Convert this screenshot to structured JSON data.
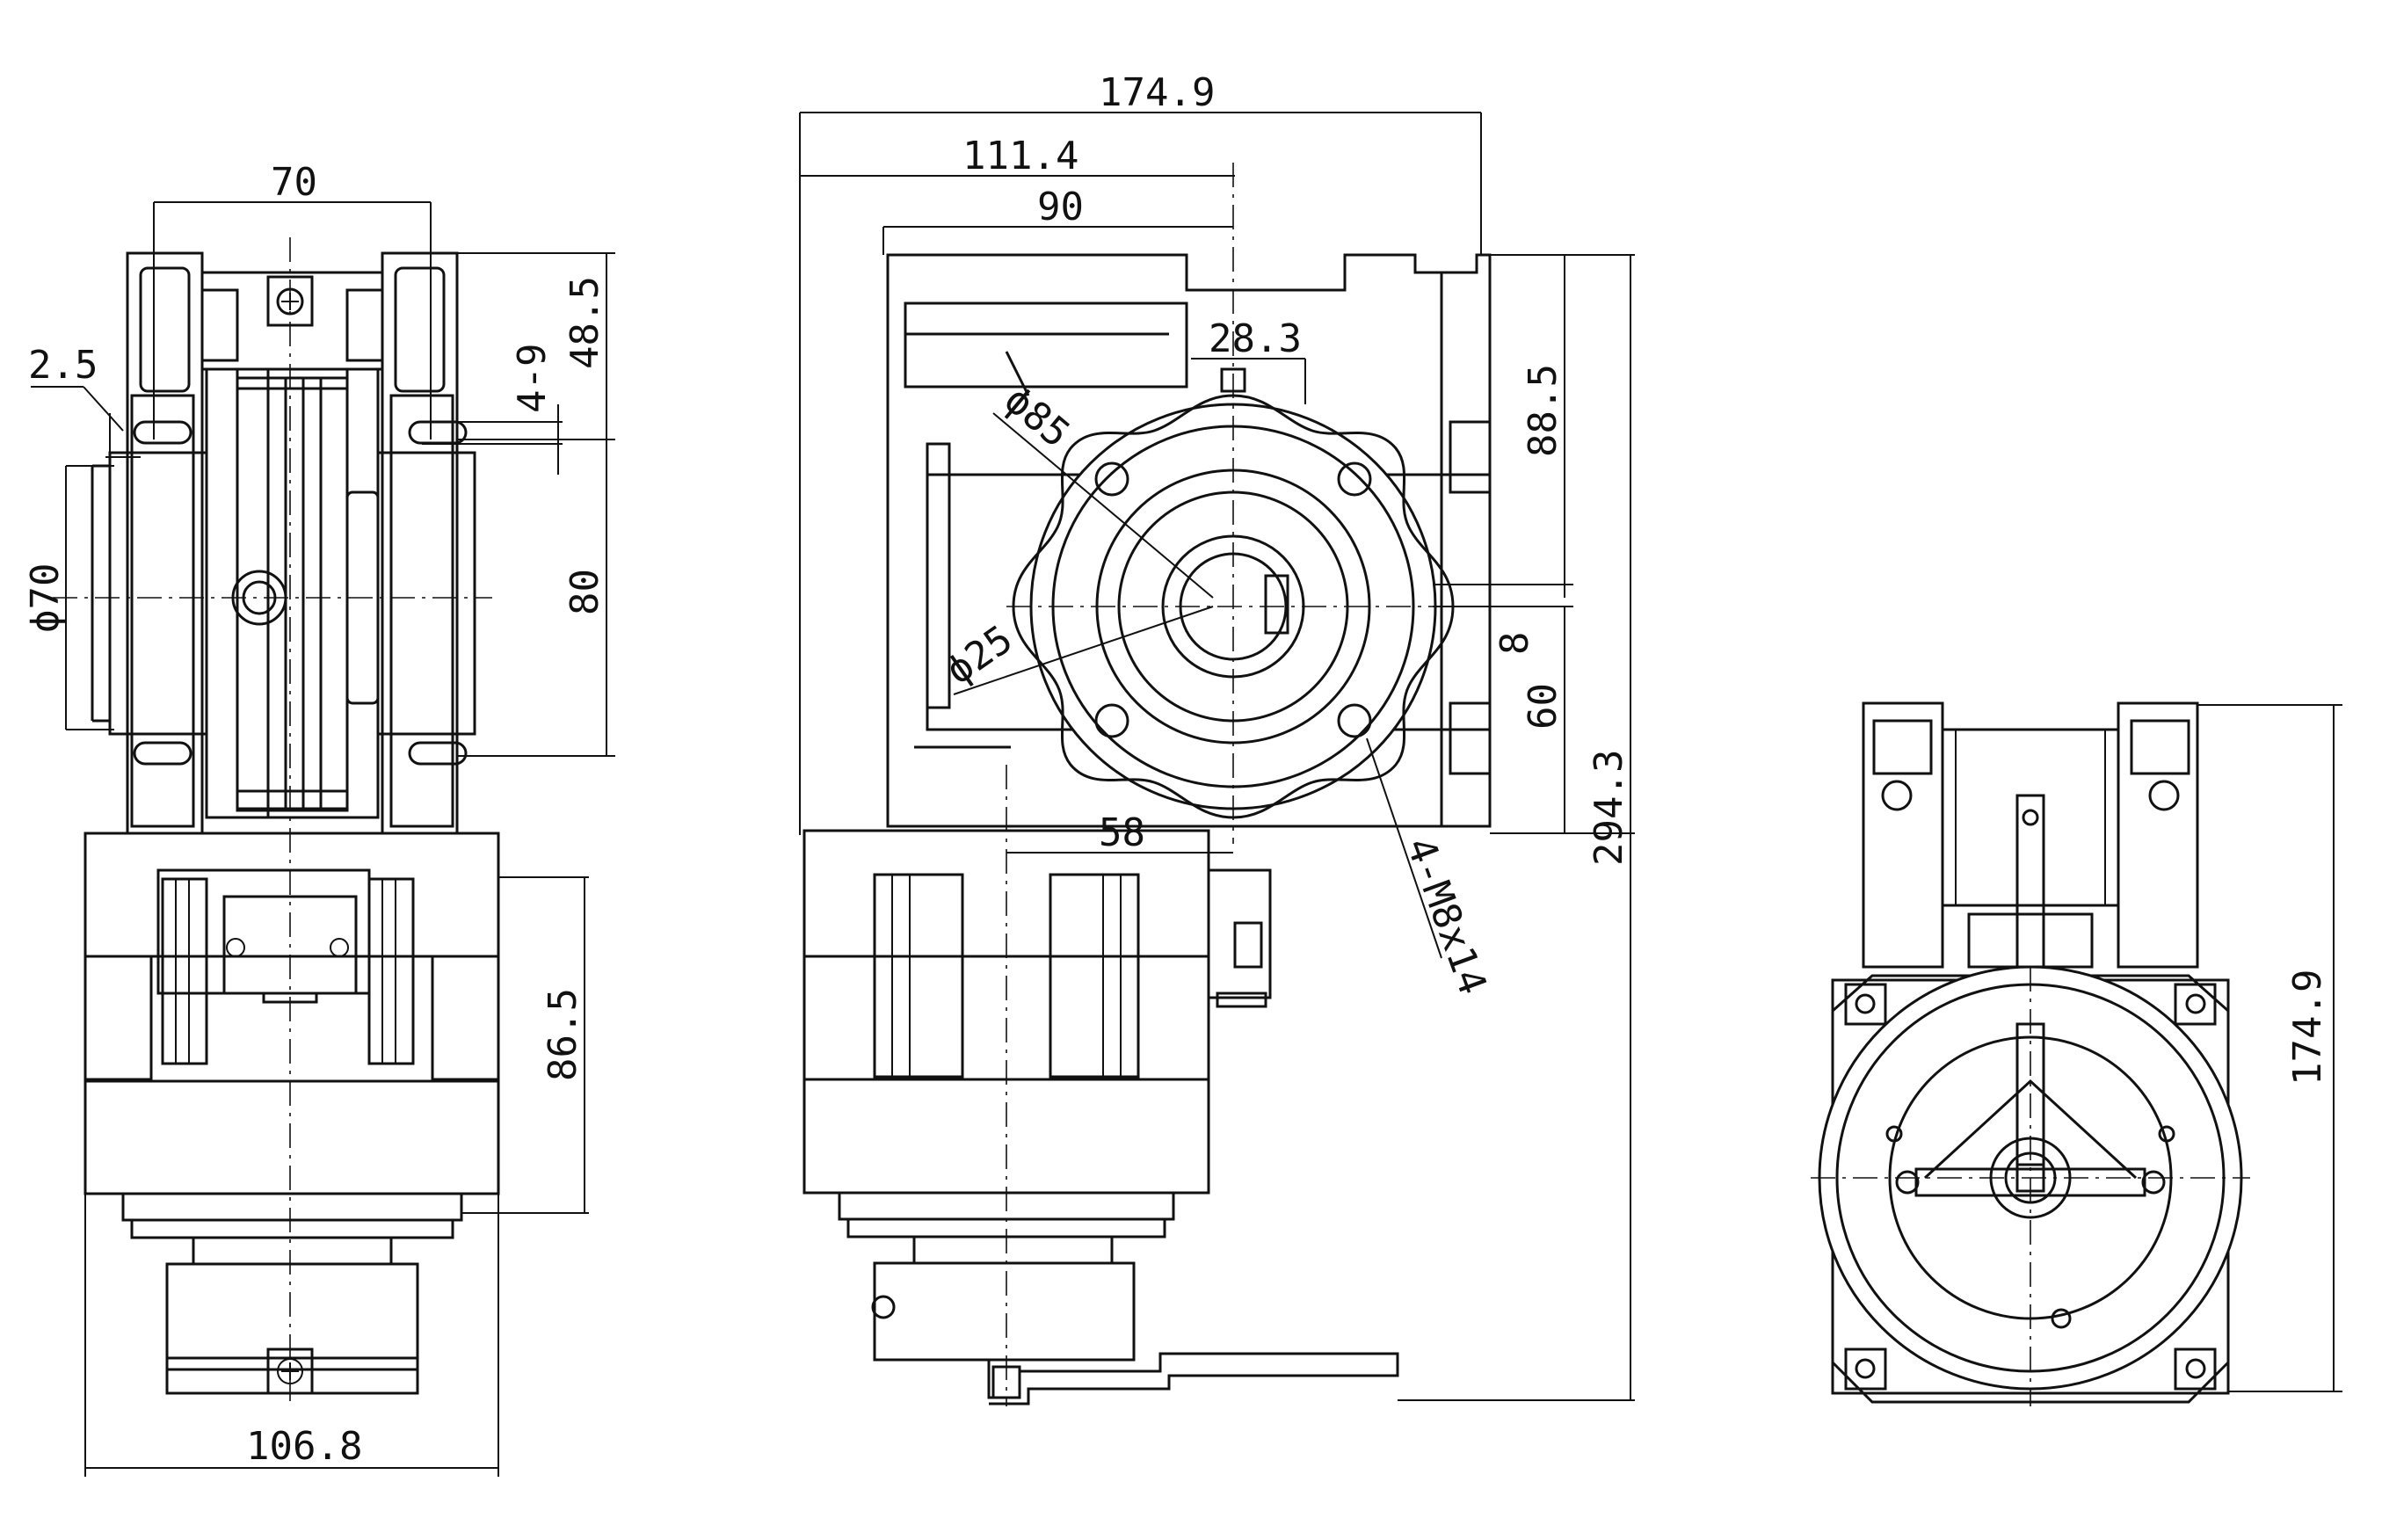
{
  "dimensions": {
    "left_view": {
      "width_top": "70",
      "flange_offset": "2.5",
      "flange_dia": "ϕ70",
      "slot": "4-9",
      "height_upper": "48.5",
      "height_mid": "80",
      "motor_height": "86.5",
      "motor_width": "106.8"
    },
    "center_view": {
      "overall_width": "174.9",
      "width_to_axis": "111.4",
      "housing_width": "90",
      "key_offset": "28.3",
      "pitch_circle": "ϕ85",
      "bore": "ϕ25",
      "axis_height_upper": "88.5",
      "key_width": "8",
      "axis_height_lower": "60",
      "base_offset": "58",
      "bolt_pattern": "4-M8x14",
      "overall_height": "294.3"
    },
    "right_view": {
      "overall_height": "174.9"
    }
  }
}
